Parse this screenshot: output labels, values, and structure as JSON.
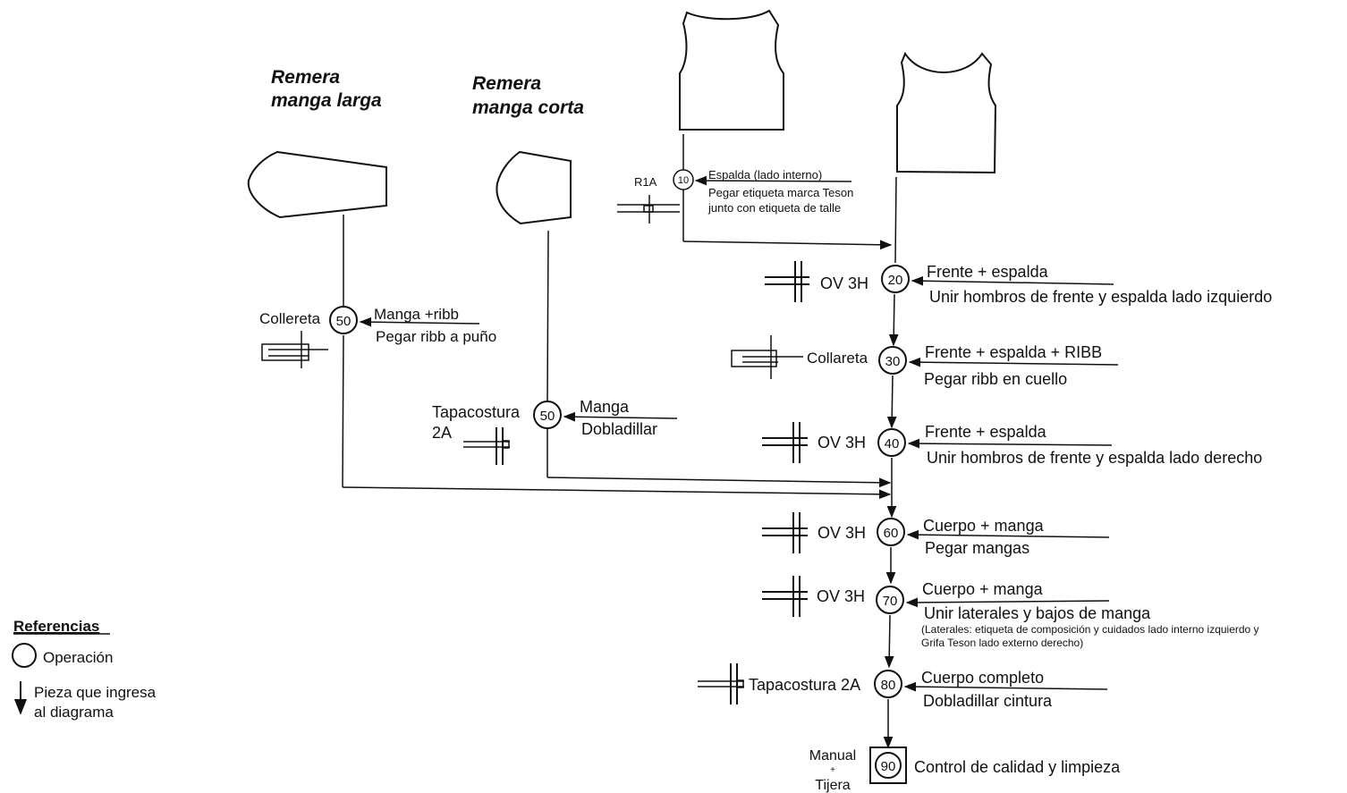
{
  "titles": {
    "long_sleeve": [
      "Remera",
      "manga larga"
    ],
    "short_sleeve": [
      "Remera",
      "manga corta"
    ]
  },
  "operations": {
    "op10": {
      "number": "10",
      "machine": "R1A",
      "piece": "Espalda (lado interno)",
      "task": [
        "Pegar etiqueta marca Teson",
        "junto con etiqueta de talle"
      ]
    },
    "op20": {
      "number": "20",
      "machine": "OV 3H",
      "piece": "Frente + espalda",
      "task": "Unir hombros de frente y espalda lado izquierdo"
    },
    "op30": {
      "number": "30",
      "machine": "Collareta",
      "piece": "Frente + espalda + RIBB",
      "task": "Pegar ribb en cuello"
    },
    "op40": {
      "number": "40",
      "machine": "OV 3H",
      "piece": "Frente + espalda",
      "task": "Unir hombros de frente y espalda lado derecho"
    },
    "op50a": {
      "number": "50",
      "machine": "Collereta",
      "piece": "Manga +ribb",
      "task": "Pegar ribb a puño"
    },
    "op50b": {
      "number": "50",
      "machine": [
        "Tapacostura",
        "2A"
      ],
      "piece": "Manga",
      "task": "Dobladillar"
    },
    "op60": {
      "number": "60",
      "machine": "OV 3H",
      "piece": "Cuerpo + manga",
      "task": "Pegar mangas"
    },
    "op70": {
      "number": "70",
      "machine": "OV 3H",
      "piece": "Cuerpo + manga",
      "task": "Unir laterales y bajos de manga",
      "note": [
        "(Laterales: etiqueta de composición y cuidados lado interno izquierdo y",
        "Grifa Teson lado externo derecho)"
      ]
    },
    "op80": {
      "number": "80",
      "machine": "Tapacostura 2A",
      "piece": "Cuerpo completo",
      "task": "Dobladillar cintura"
    },
    "op90": {
      "number": "90",
      "machine": [
        "Manual",
        "+",
        "Tijera"
      ],
      "task": "Control de calidad y limpieza"
    }
  },
  "legend": {
    "title": "Referencias",
    "operation": "Operación",
    "piece_enters": [
      "Pieza que ingresa",
      "al diagrama"
    ]
  }
}
